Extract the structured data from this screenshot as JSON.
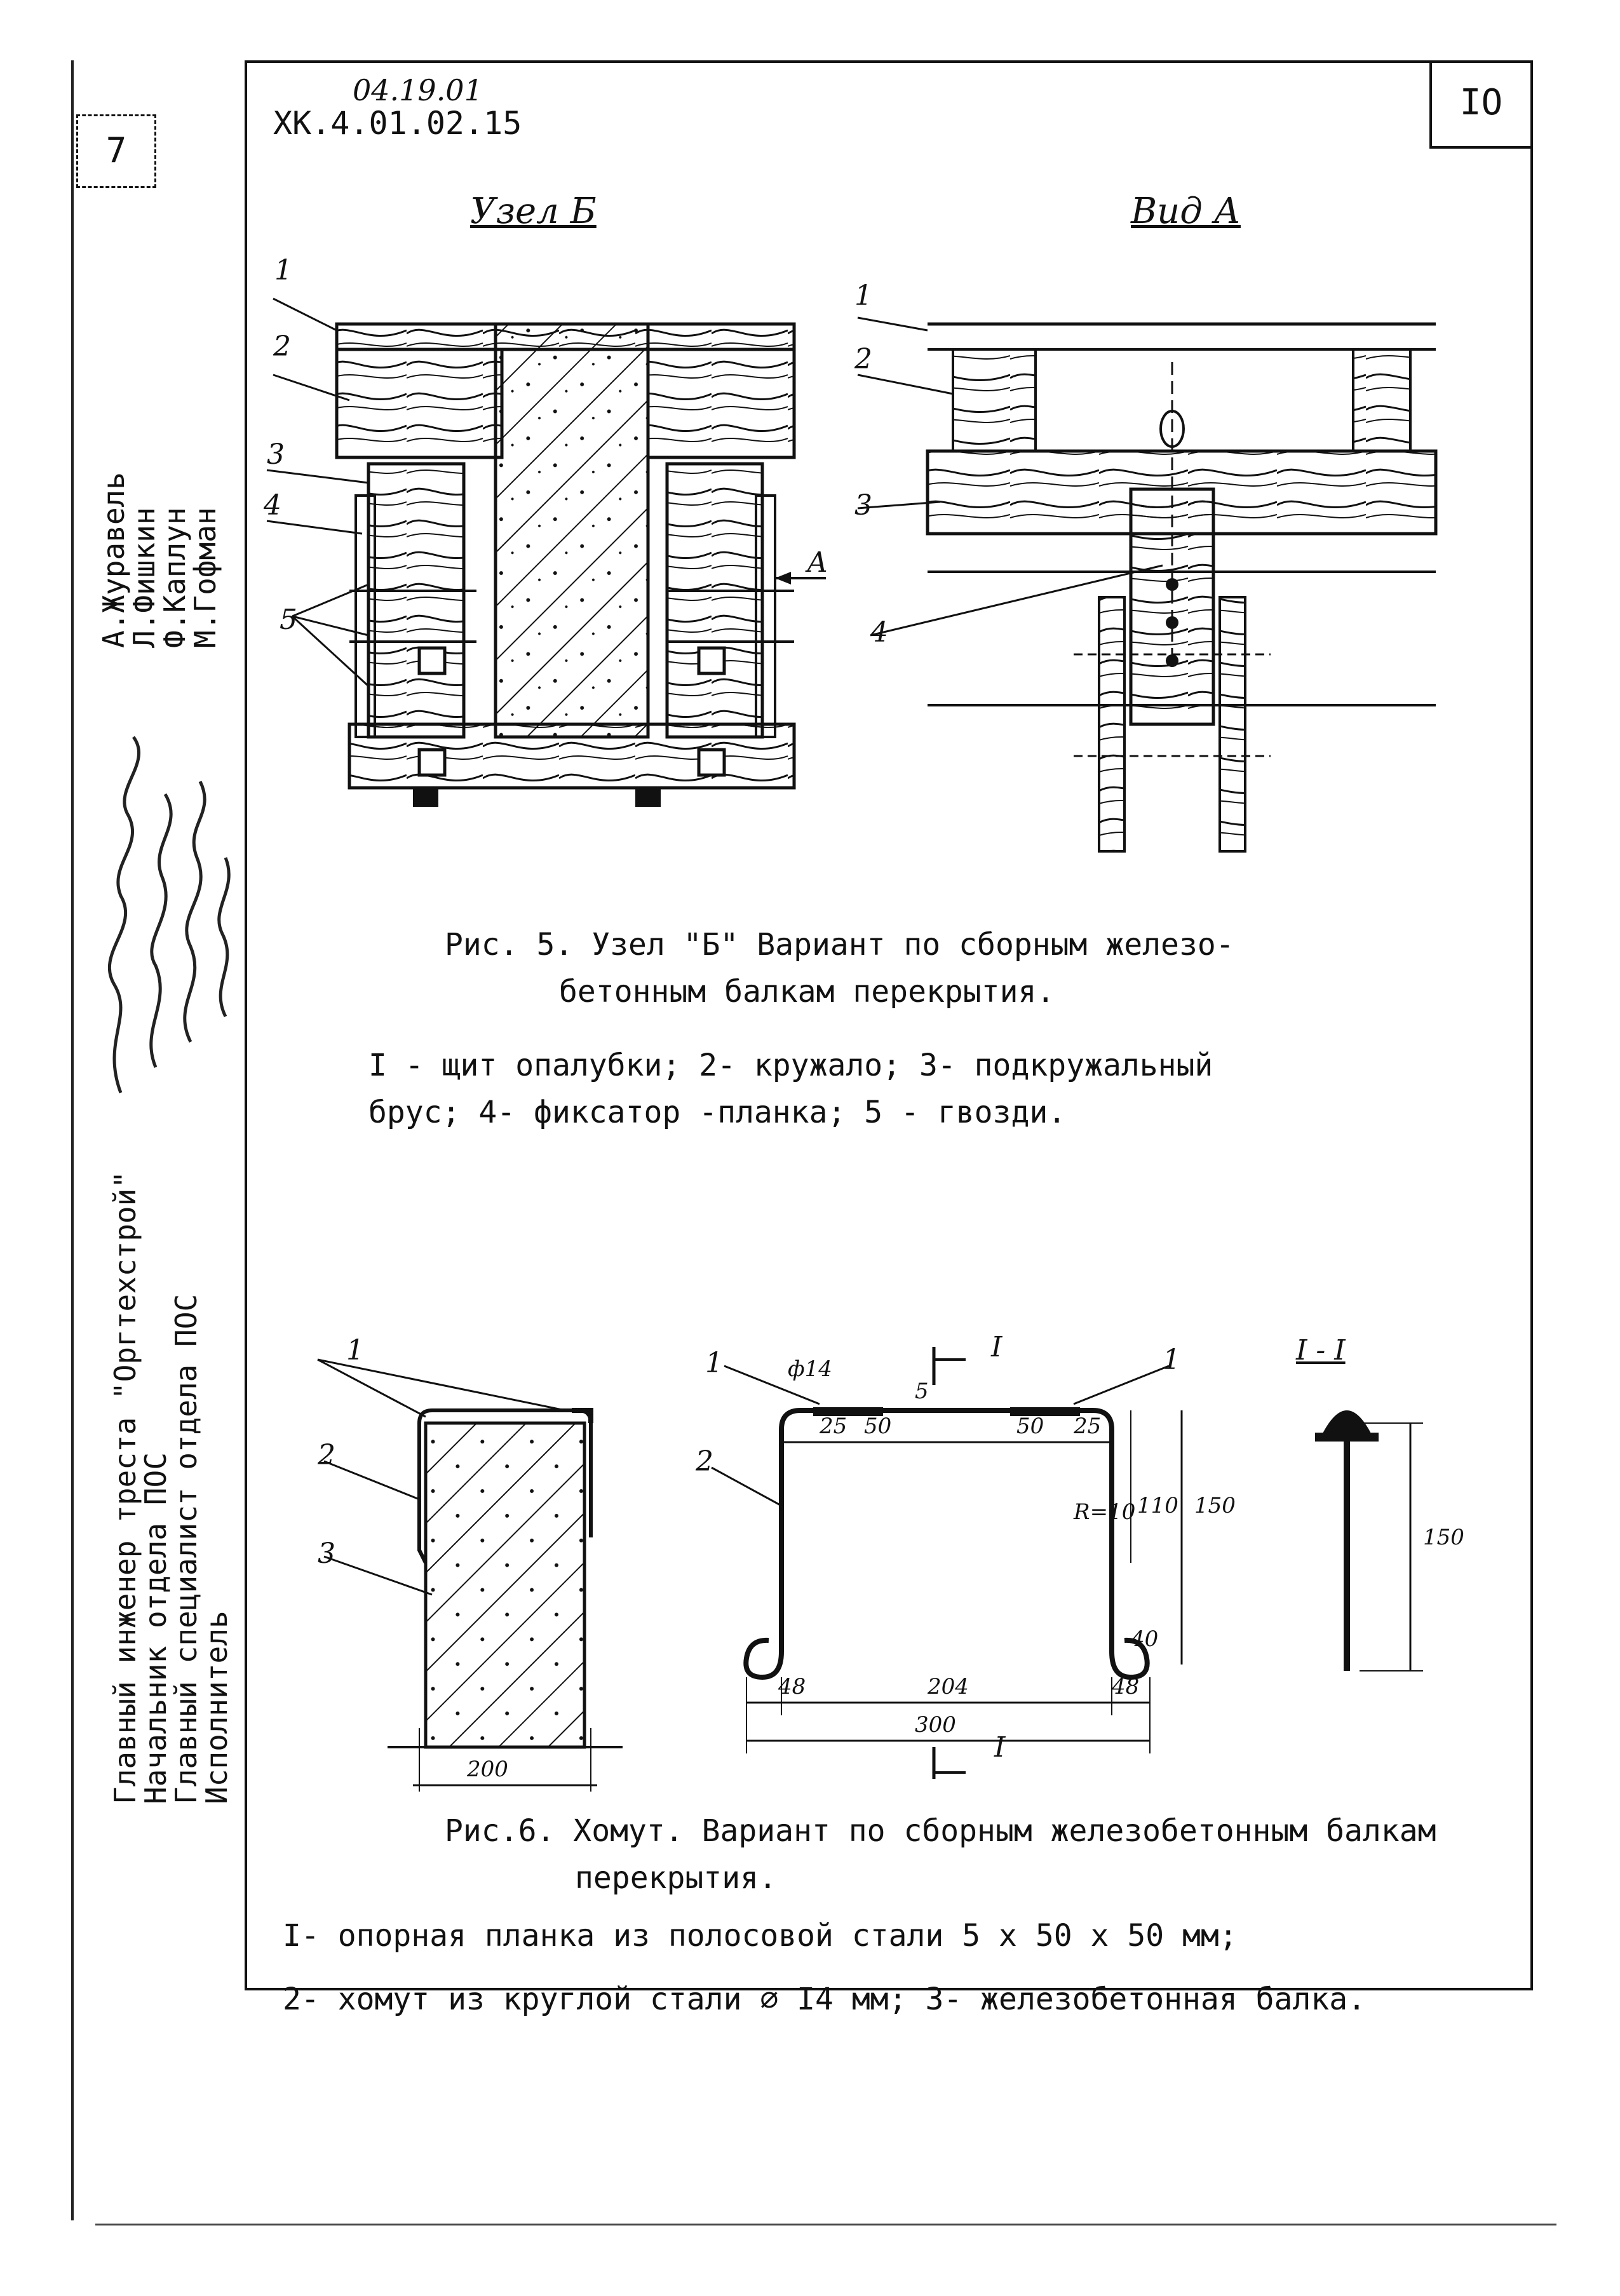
{
  "page": {
    "sheet_number": "7",
    "doc_code_handwritten": "04.19.01",
    "doc_code": "ХК.4.01.02.15",
    "page_number": "IO"
  },
  "stamp": {
    "roles": [
      "Главный инженер треста \"Оргтехстрой\"",
      "Начальник отдела ПОС",
      "Главный специалист отдела ПОС",
      "Исполнитель"
    ],
    "names": [
      "А.Журавель",
      "Л.Фишкин",
      "Ф.Каплун",
      "М.Гофман"
    ]
  },
  "figure5": {
    "view_left_title": "Узел Б",
    "view_right_title": "Вид А",
    "view_marker": "А",
    "callouts_left": [
      "1",
      "2",
      "3",
      "4",
      "5"
    ],
    "callouts_right": [
      "1",
      "2",
      "3",
      "4"
    ],
    "caption_line1": "Рис. 5. Узел \"Б\" Вариант по сборным железо-",
    "caption_line2": "бетонным балкам перекрытия.",
    "legend_line1": "I - щит опалубки; 2- кружало; 3- подкружальный",
    "legend_line2": "брус; 4- фиксатор -планка; 5 - гвозди."
  },
  "figure6": {
    "callouts_left": [
      "1",
      "2",
      "3"
    ],
    "callouts_mid": [
      "1",
      "2",
      "1"
    ],
    "section_label": "I",
    "section_title": "I - I",
    "dims": {
      "d14": "ф14",
      "w200": "200",
      "w25a": "25",
      "w50a": "50",
      "w50b": "50",
      "w25b": "25",
      "h110": "110",
      "h150": "150",
      "r10": "R=10",
      "h40": "40",
      "w48a": "48",
      "w204": "204",
      "w48b": "48",
      "w300": "300",
      "h150b": "150",
      "t5": "5"
    },
    "caption_line1": "Рис.6. Хомут. Вариант по сборным железобетонным балкам",
    "caption_line2": "перекрытия.",
    "legend_line1": "I- опорная планка из полосовой стали 5 х 50 х 50 мм;",
    "legend_line2": "2- хомут из круглой стали ∅ I4 мм; 3- железобетонная балка."
  }
}
